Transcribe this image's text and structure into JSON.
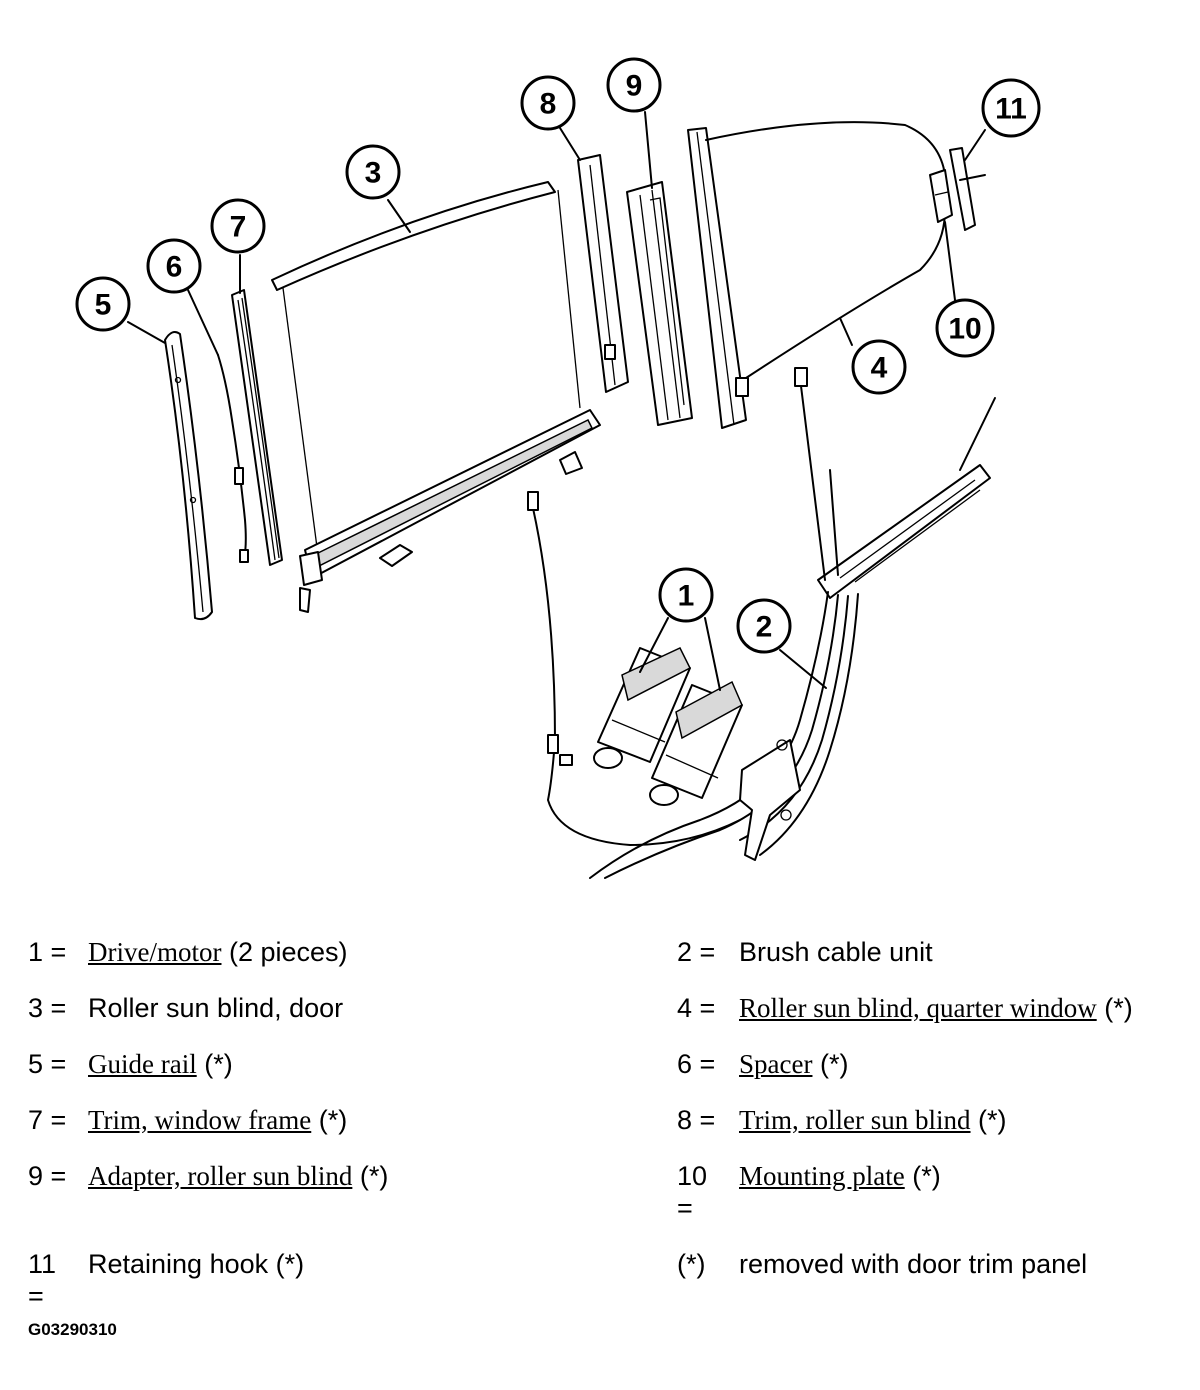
{
  "callouts": [
    "1",
    "2",
    "3",
    "4",
    "5",
    "6",
    "7",
    "8",
    "9",
    "10",
    "11"
  ],
  "legend": [
    {
      "key": "1 =",
      "link": "Drive/motor",
      "suffix": " (2 pieces)"
    },
    {
      "key": "2 =",
      "link": "",
      "suffix": "Brush cable unit"
    },
    {
      "key": "3 =",
      "link": "",
      "suffix": "Roller sun blind, door"
    },
    {
      "key": "4 =",
      "link": "Roller sun blind, quarter window",
      "suffix": " (*)"
    },
    {
      "key": "5 =",
      "link": "Guide rail",
      "suffix": " (*)"
    },
    {
      "key": "6 =",
      "link": "Spacer",
      "suffix": " (*)"
    },
    {
      "key": "7 =",
      "link": "Trim, window frame",
      "suffix": " (*)"
    },
    {
      "key": "8 =",
      "link": "Trim, roller sun blind",
      "suffix": " (*)"
    },
    {
      "key": "9 =",
      "link": "Adapter, roller sun blind",
      "suffix": " (*)"
    },
    {
      "key": "10 =",
      "link": "Mounting plate",
      "suffix": " (*)"
    },
    {
      "key": "11 =",
      "link": "",
      "suffix": "Retaining hook (*)"
    },
    {
      "key": "(*)",
      "link": "",
      "suffix": "removed with door trim panel"
    }
  ],
  "figure_code": "G03290310"
}
